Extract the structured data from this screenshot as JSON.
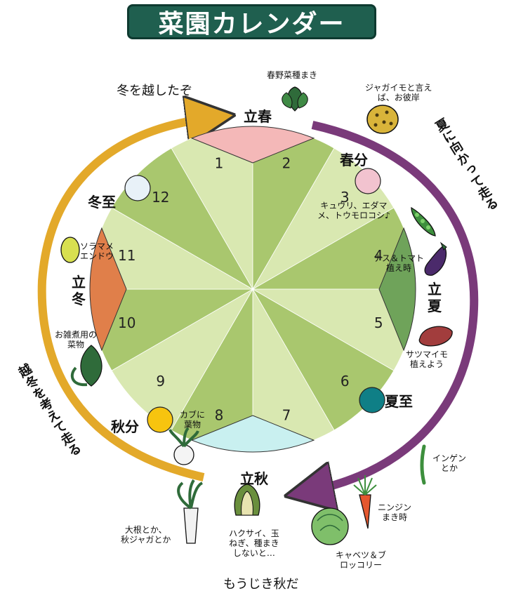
{
  "title": "菜園カレンダー",
  "colors": {
    "sector_light": "#d9e8b1",
    "sector_dark": "#a9c76e",
    "title_bg": "#1f5f4f",
    "arrow_gold": "#e3a92a",
    "arrow_purple": "#7a3a7a"
  },
  "months": [
    "1",
    "2",
    "3",
    "4",
    "5",
    "6",
    "7",
    "8",
    "9",
    "10",
    "11",
    "12"
  ],
  "seasons": {
    "risshun": "立春",
    "shunbun": "春分",
    "rikka": "立夏",
    "geshi": "夏至",
    "risshu": "立秋",
    "shubun": "秋分",
    "ritto": "立冬",
    "toji": "冬至"
  },
  "arrows": {
    "top": "冬を越したぞ",
    "right": "夏に向かって走る",
    "bottom": "もうじき秋だ",
    "left": "越冬を考えて走る"
  },
  "notes": {
    "spring_greens": "春野菜種まき",
    "potato_line1": "ジャガイモと言え",
    "potato_line2": "ば、お彼岸",
    "cucumber_line1": "キュウリ、エダマ",
    "cucumber_line2": "メ、トウモロコシ♪",
    "eggplant_line1": "ナス＆トマト",
    "eggplant_line2": "植え時",
    "sweetpotato_line1": "サツマイモ",
    "sweetpotato_line2": "植えよう",
    "bean_line1": "インゲン",
    "bean_line2": "とか",
    "carrot_line1": "ニンジン",
    "carrot_line2": "まき時",
    "cabbage_line1": "キャベツ＆ブ",
    "cabbage_line2": "ロッコリー",
    "hakusai_line1": "ハクサイ、玉",
    "hakusai_line2": "ねぎ、種まき",
    "hakusai_line3": "しないと…",
    "daikon_line1": "大根とか、",
    "daikon_line2": "秋ジャガとか",
    "kabu_line1": "カブに",
    "kabu_line2": "葉物",
    "zouni_line1": "お雑煮用の",
    "zouni_line2": "菜物",
    "soramame_line1": "ソラマメ",
    "soramame_line2": "エンドウ"
  }
}
